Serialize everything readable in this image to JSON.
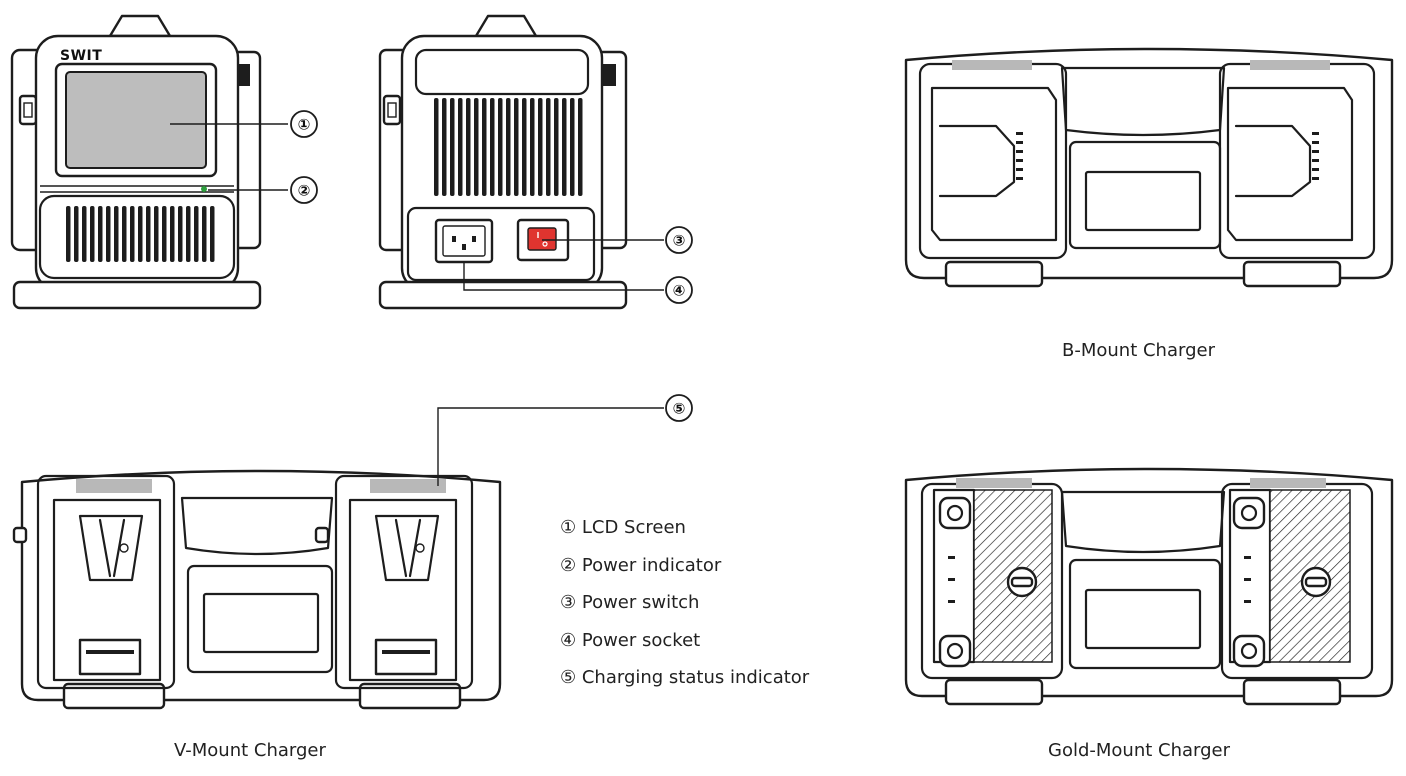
{
  "brand": "SWIT",
  "callouts": [
    "①",
    "②",
    "③",
    "④",
    "⑤"
  ],
  "legend": [
    "① LCD Screen",
    "② Power indicator",
    "③ Power switch",
    "④ Power socket",
    "⑤ Charging status indicator"
  ],
  "captions": {
    "b_mount": "B-Mount Charger",
    "v_mount": "V-Mount Charger",
    "gold_mount": "Gold-Mount Charger"
  },
  "colors": {
    "switch": "#e0342f",
    "indicator": "#2e9e3e",
    "screen": "#bdbdbd",
    "status_bar": "#b8b8b8"
  }
}
